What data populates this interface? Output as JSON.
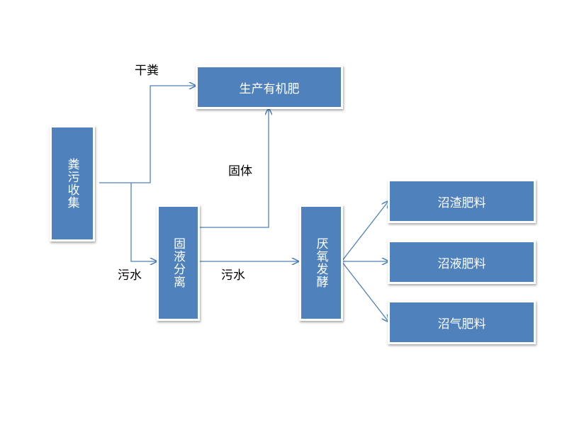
{
  "colors": {
    "box_fill": "#4f81bd",
    "arrow": "#4f81bd",
    "background": "#ffffff"
  },
  "nodes": {
    "collect": "粪污收集",
    "organic_fertilizer": "生产有机肥",
    "separation": "固液分离",
    "anaerobic": "厌氧发酵",
    "residue": "沼渣肥料",
    "liquid": "沼液肥料",
    "gas": "沼气肥料"
  },
  "edge_labels": {
    "dry_manure": "干粪",
    "solid": "固体",
    "sewage_left": "污水",
    "sewage_mid": "污水"
  }
}
